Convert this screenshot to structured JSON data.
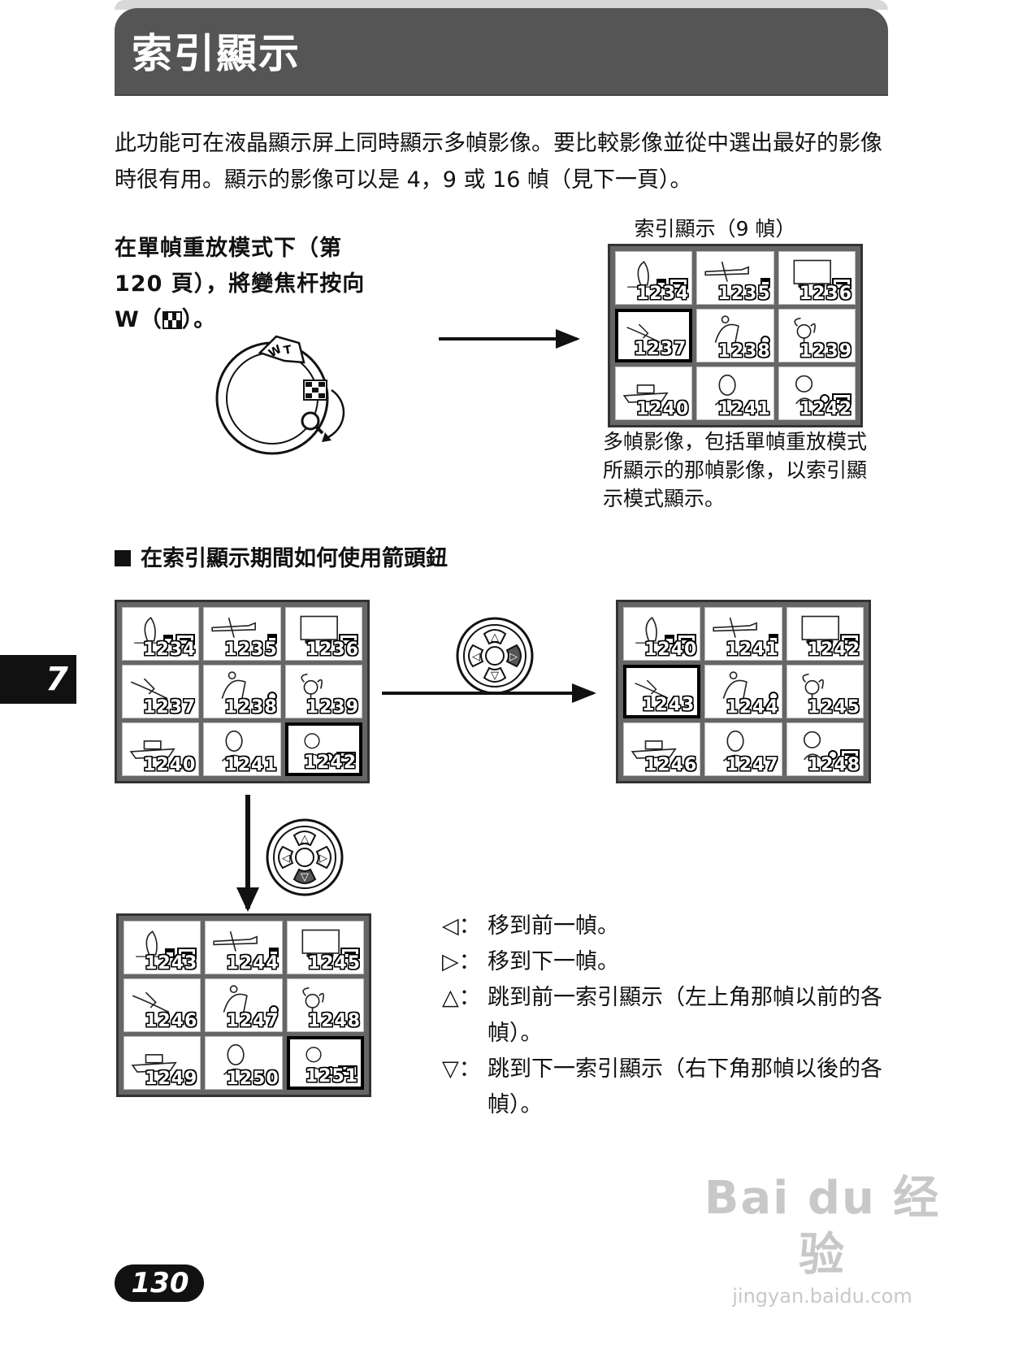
{
  "header": {
    "title": "索引顯示"
  },
  "intro": "此功能可在液晶顯示屏上同時顯示多幀影像。要比較影像並從中選出最好的影像時很有用。顯示的影像可以是 4，9 或 16 幀（見下一頁）。",
  "step": {
    "line1": "在單幀重放模式下（第",
    "line2": "120 頁），將變焦杆按向",
    "line3_prefix": "W（",
    "line3_suffix": "）。"
  },
  "zoom_lever": {
    "w_label": "W",
    "t_label": "T"
  },
  "index_caption": "索引顯示（9 幀）",
  "index_note": "多幀影像，包括單幀重放模式所顯示的那幀影像，以索引顯示模式顯示。",
  "section_heading": "在索引顯示期間如何使用箭頭鈕",
  "grids": {
    "top": {
      "frames": [
        "1234",
        "1235",
        "1236",
        "1237",
        "1238",
        "1239",
        "1240",
        "1241",
        "1242"
      ],
      "selected": 3
    },
    "left": {
      "frames": [
        "1234",
        "1235",
        "1236",
        "1237",
        "1238",
        "1239",
        "1240",
        "1241",
        "1242"
      ],
      "selected": 8
    },
    "right": {
      "frames": [
        "1240",
        "1241",
        "1242",
        "1243",
        "1244",
        "1245",
        "1246",
        "1247",
        "1248"
      ],
      "selected": 3
    },
    "bottom": {
      "frames": [
        "1243",
        "1244",
        "1245",
        "1246",
        "1247",
        "1248",
        "1249",
        "1250",
        "1251"
      ],
      "selected": 8
    }
  },
  "dpad": {
    "up": "△",
    "down": "▽",
    "left": "◁",
    "right": "▷"
  },
  "legend": [
    {
      "symbol": "◁：",
      "text": "移到前一幀。"
    },
    {
      "symbol": "▷：",
      "text": "移到下一幀。"
    },
    {
      "symbol": "△：",
      "text": "跳到前一索引顯示（左上角那幀以前的各幀）。"
    },
    {
      "symbol": "▽：",
      "text": "跳到下一索引顯示（右下角那幀以後的各幀）。"
    }
  ],
  "chapter": "7",
  "page_number": "130",
  "watermark": {
    "brand": "Bai du 经验",
    "url": "jingyan.baidu.com"
  }
}
